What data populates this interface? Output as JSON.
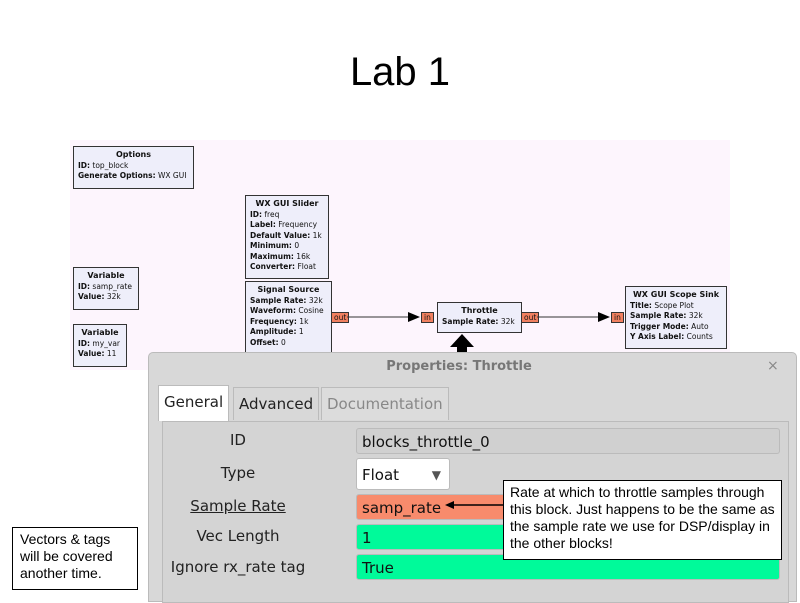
{
  "slide_title": "Lab 1",
  "blocks": {
    "options": {
      "title": "Options",
      "lines": [
        [
          "ID:",
          "top_block"
        ],
        [
          "Generate Options:",
          "WX GUI"
        ]
      ]
    },
    "slider": {
      "title": "WX GUI Slider",
      "lines": [
        [
          "ID:",
          "freq"
        ],
        [
          "Label:",
          "Frequency"
        ],
        [
          "Default Value:",
          "1k"
        ],
        [
          "Minimum:",
          "0"
        ],
        [
          "Maximum:",
          "16k"
        ],
        [
          "Converter:",
          "Float"
        ]
      ]
    },
    "var1": {
      "title": "Variable",
      "lines": [
        [
          "ID:",
          "samp_rate"
        ],
        [
          "Value:",
          "32k"
        ]
      ]
    },
    "var2": {
      "title": "Variable",
      "lines": [
        [
          "ID:",
          "my_var"
        ],
        [
          "Value:",
          "11"
        ]
      ]
    },
    "sigsrc": {
      "title": "Signal Source",
      "lines": [
        [
          "Sample Rate:",
          "32k"
        ],
        [
          "Waveform:",
          "Cosine"
        ],
        [
          "Frequency:",
          "1k"
        ],
        [
          "Amplitude:",
          "1"
        ],
        [
          "Offset:",
          "0"
        ]
      ]
    },
    "throttle": {
      "title": "Throttle",
      "lines": [
        [
          "Sample Rate:",
          "32k"
        ]
      ]
    },
    "scope": {
      "title": "WX GUI Scope Sink",
      "lines": [
        [
          "Title:",
          "Scope Plot"
        ],
        [
          "Sample Rate:",
          "32k"
        ],
        [
          "Trigger Mode:",
          "Auto"
        ],
        [
          "Y Axis Label:",
          "Counts"
        ]
      ]
    }
  },
  "ports": {
    "out": "out",
    "in": "in"
  },
  "dialog": {
    "title": "Properties: Throttle",
    "close": "×",
    "tabs": [
      "General",
      "Advanced",
      "Documentation"
    ],
    "rows": [
      {
        "label": "ID",
        "value": "blocks_throttle_0"
      },
      {
        "label": "Type",
        "value": "Float",
        "arrow": "▼"
      },
      {
        "label": "Sample Rate",
        "value": "samp_rate"
      },
      {
        "label": "Vec Length",
        "value": "1"
      },
      {
        "label": "Ignore rx_rate tag",
        "value": "True"
      }
    ]
  },
  "callout": "Rate at which to throttle samples through this block. Just happens to be the same as the sample rate we use for DSP/display in the other blocks!",
  "note": "Vectors & tags will be covered another time.",
  "colors": {
    "port": "#f08060",
    "error_field": "#f88b6c",
    "ok_field": "#00fa9a",
    "block": "#eeeefa"
  }
}
